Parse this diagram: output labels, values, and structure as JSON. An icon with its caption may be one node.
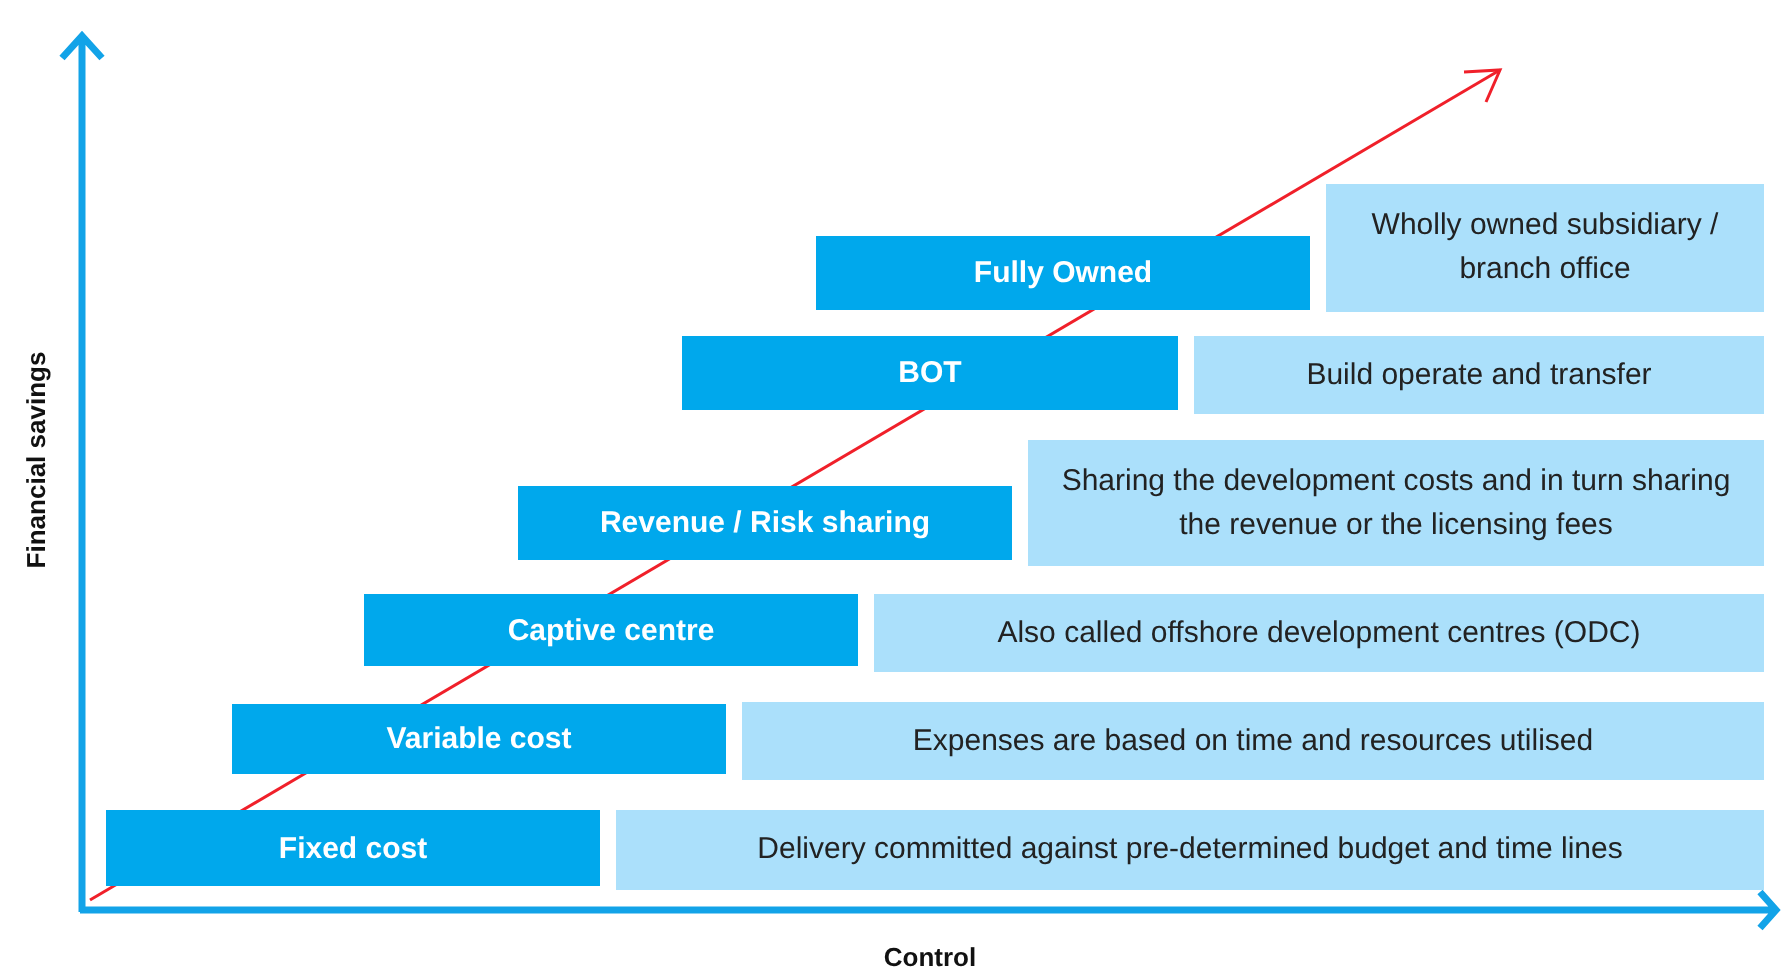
{
  "diagram": {
    "nodes": [
      {
        "text": [
          "Fully Owned"
        ]
      },
      {
        "text": [
          "Wholly owned subsidiary / branch  office"
        ]
      },
      {
        "text": [
          "BOT"
        ]
      },
      {
        "text": [
          "Build operate and transfer"
        ]
      },
      {
        "text": [
          "Revenue / Risk sharing"
        ]
      },
      {
        "text": [
          "Sharing the development costs and in turn sharing the revenue or the licensing fees"
        ]
      },
      {
        "text": [
          "Captive centre"
        ]
      },
      {
        "text": [
          "Also called offshore development centres (ODC)"
        ]
      },
      {
        "text": [
          "Variable cost"
        ]
      },
      {
        "text": [
          "Expenses are based on time and resources utilised"
        ]
      },
      {
        "text": [
          "Fixed cost"
        ]
      },
      {
        "text": [
          "Delivery committed against pre-determined budget and time lines"
        ]
      }
    ],
    "labels": [
      "Financial savings",
      "Control"
    ]
  }
}
